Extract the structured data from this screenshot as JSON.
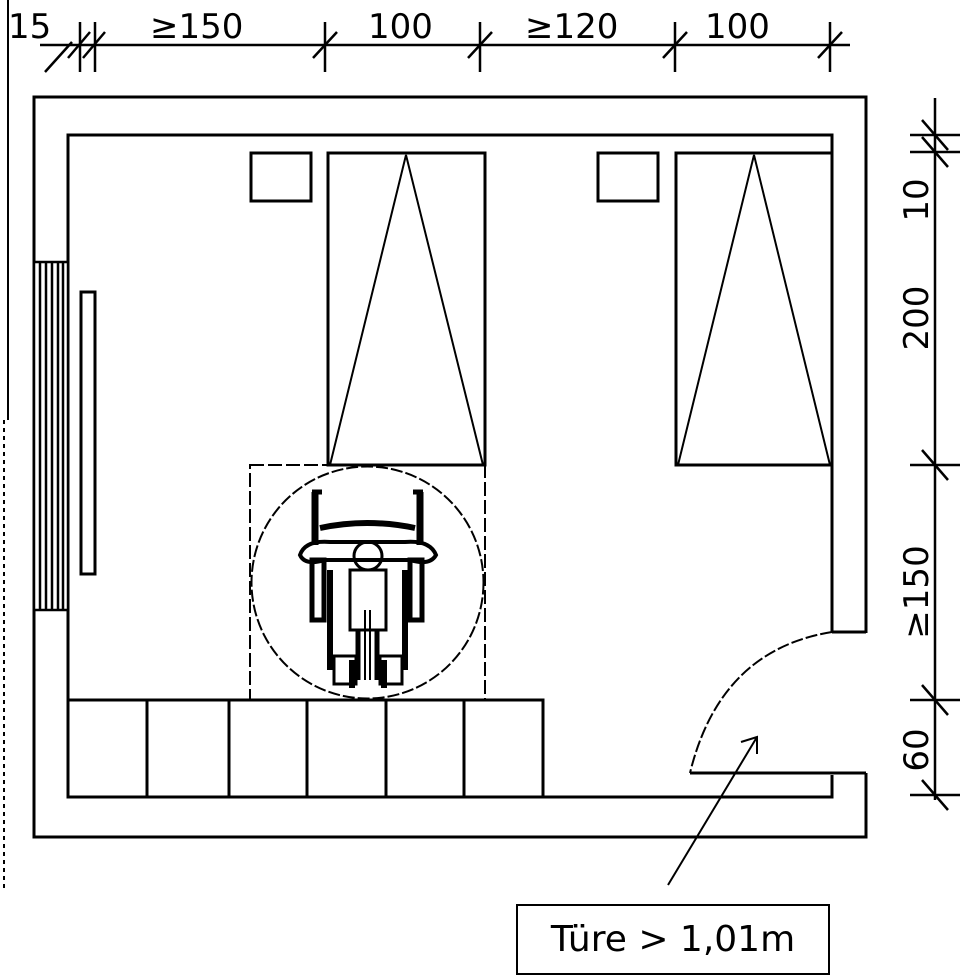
{
  "dimensions": {
    "top": [
      "15",
      "≥150",
      "100",
      "≥120",
      "100"
    ],
    "right": [
      "10",
      "200",
      "≥150",
      "60"
    ]
  },
  "callout": {
    "label": "Türe > 1,01m"
  },
  "colors": {
    "line": "#000000",
    "background": "#ffffff"
  }
}
